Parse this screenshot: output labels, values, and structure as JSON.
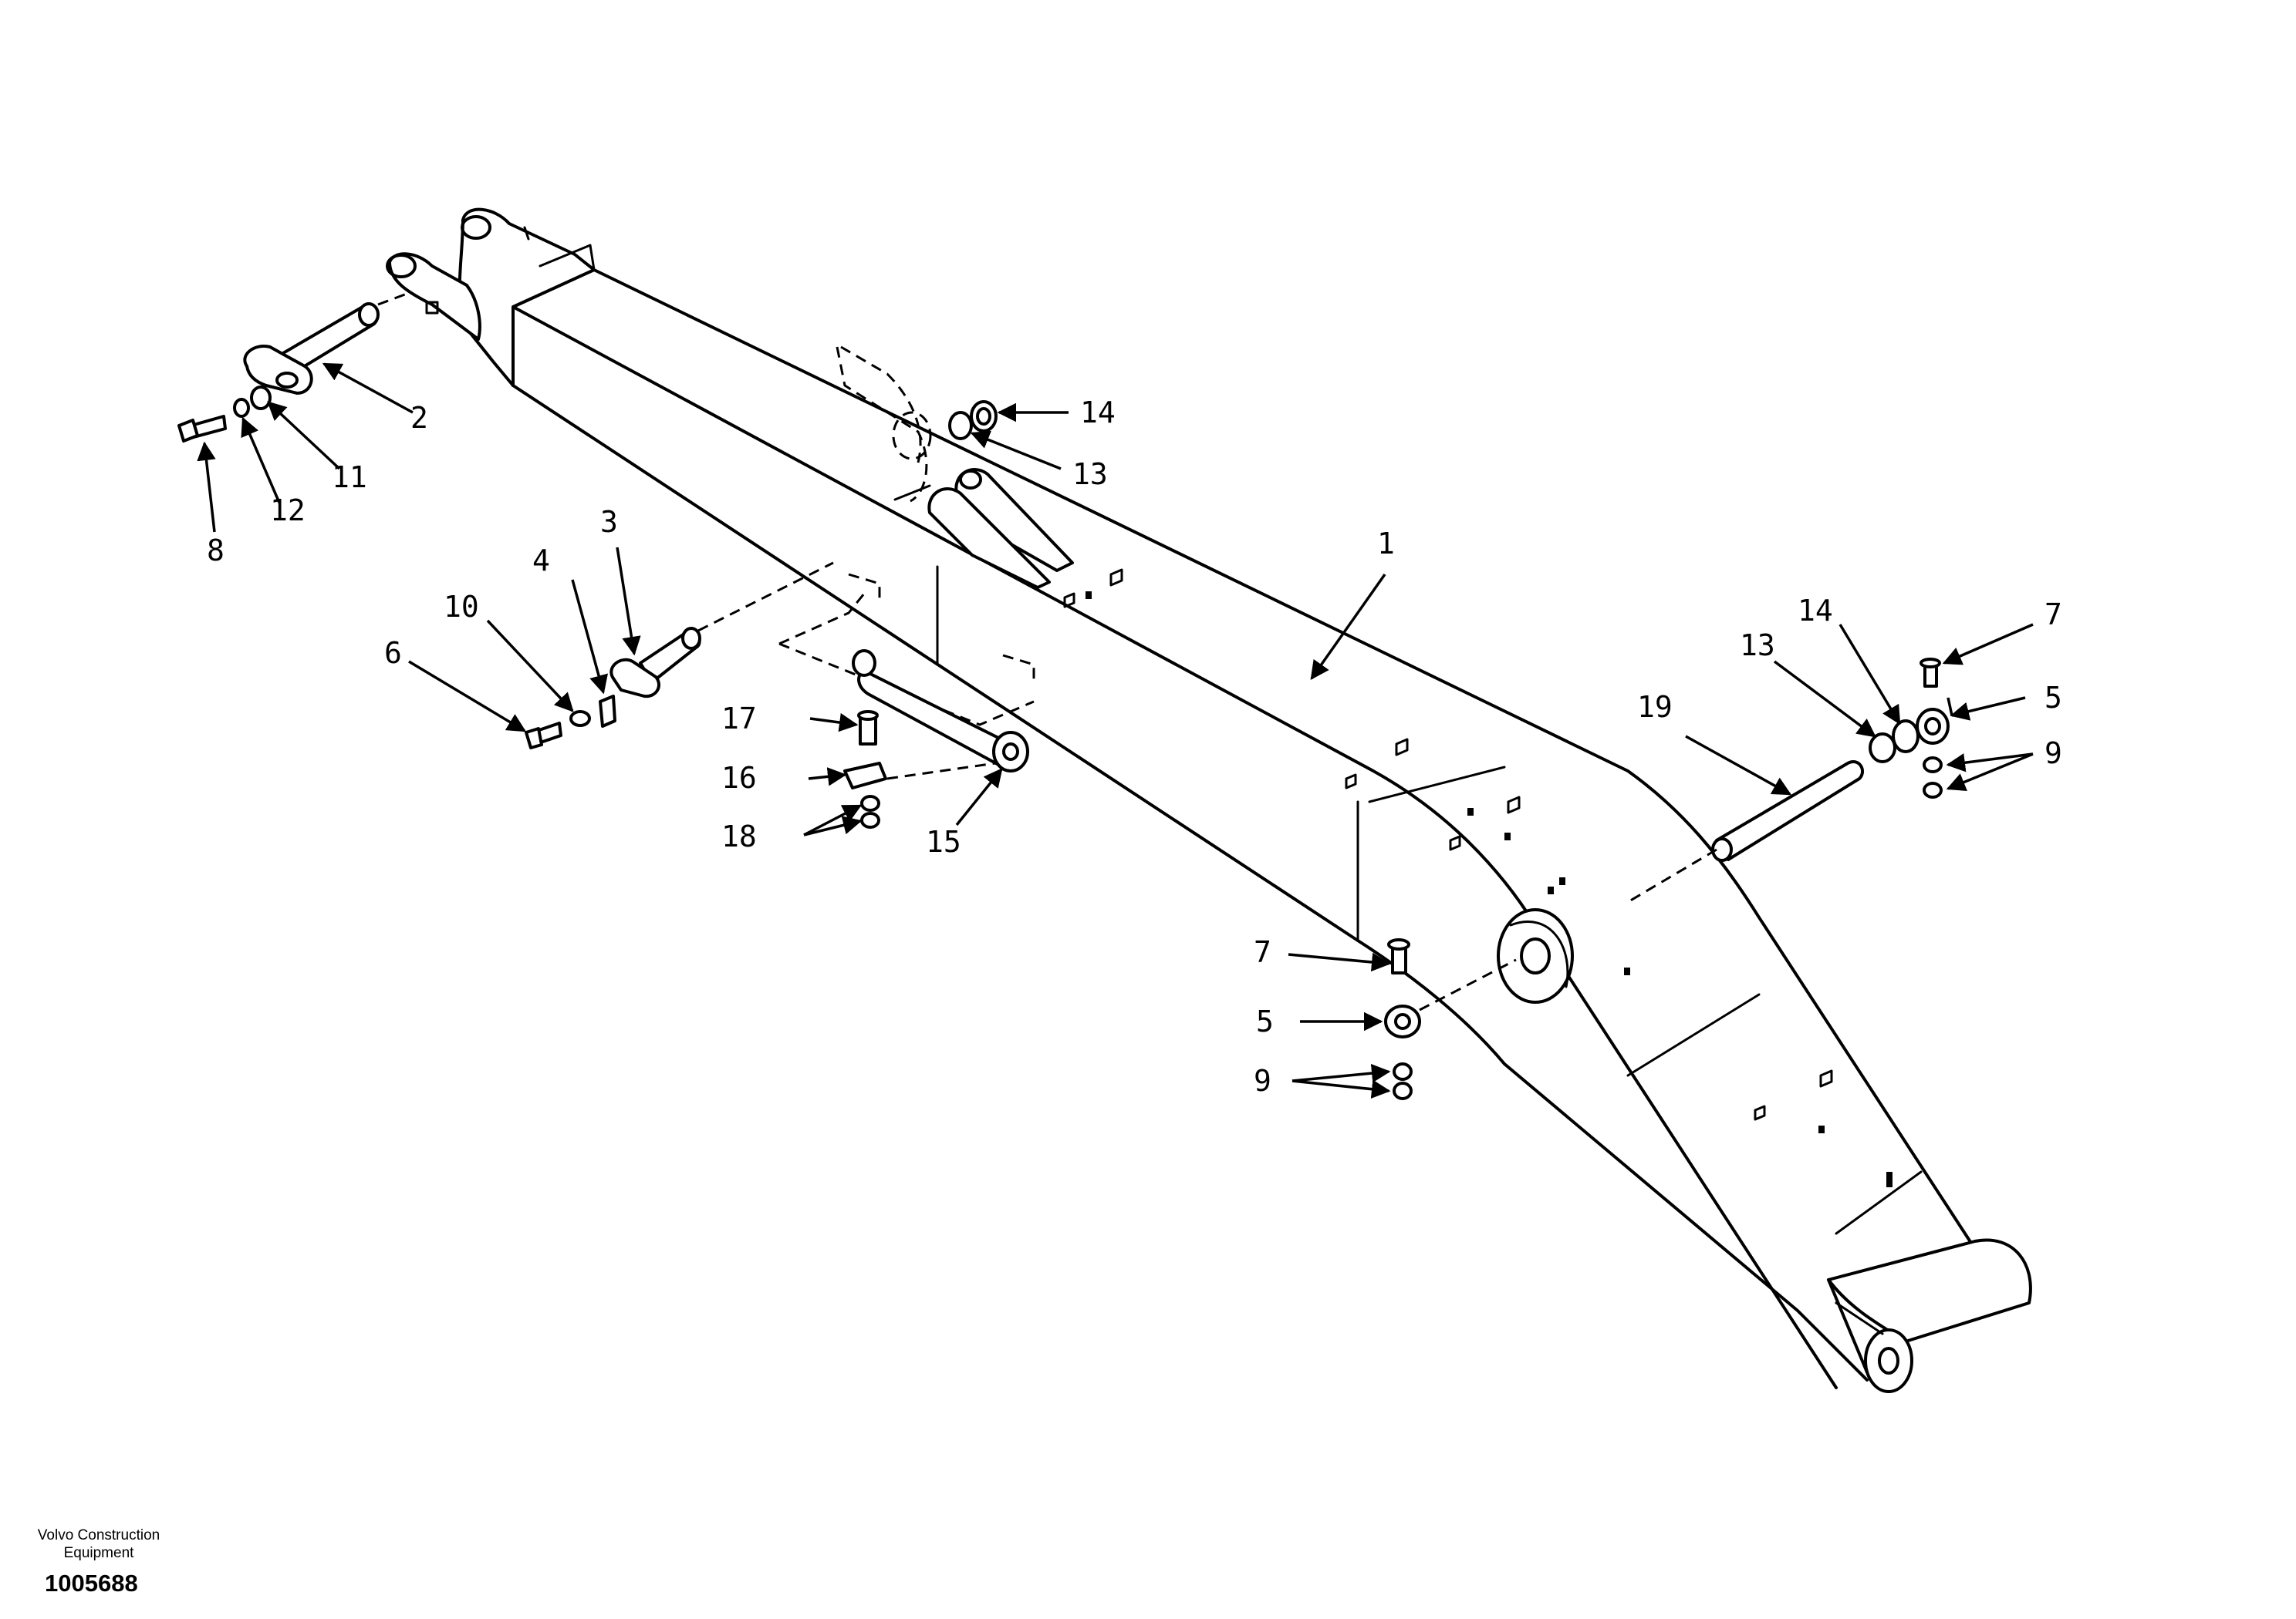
{
  "footer": {
    "company": "Volvo Construction Equipment",
    "drawing_number": "1005688"
  },
  "callouts": [
    {
      "id": "c1",
      "label": "1"
    },
    {
      "id": "c2",
      "label": "2"
    },
    {
      "id": "c3",
      "label": "3"
    },
    {
      "id": "c4",
      "label": "4"
    },
    {
      "id": "c5a",
      "label": "5"
    },
    {
      "id": "c5b",
      "label": "5"
    },
    {
      "id": "c6",
      "label": "6"
    },
    {
      "id": "c7a",
      "label": "7"
    },
    {
      "id": "c7b",
      "label": "7"
    },
    {
      "id": "c8",
      "label": "8"
    },
    {
      "id": "c9a",
      "label": "9"
    },
    {
      "id": "c9b",
      "label": "9"
    },
    {
      "id": "c10",
      "label": "10"
    },
    {
      "id": "c11",
      "label": "11"
    },
    {
      "id": "c12",
      "label": "12"
    },
    {
      "id": "c13a",
      "label": "13"
    },
    {
      "id": "c13b",
      "label": "13"
    },
    {
      "id": "c14a",
      "label": "14"
    },
    {
      "id": "c14b",
      "label": "14"
    },
    {
      "id": "c15",
      "label": "15"
    },
    {
      "id": "c16",
      "label": "16"
    },
    {
      "id": "c17",
      "label": "17"
    },
    {
      "id": "c18",
      "label": "18"
    },
    {
      "id": "c19",
      "label": "19"
    }
  ]
}
